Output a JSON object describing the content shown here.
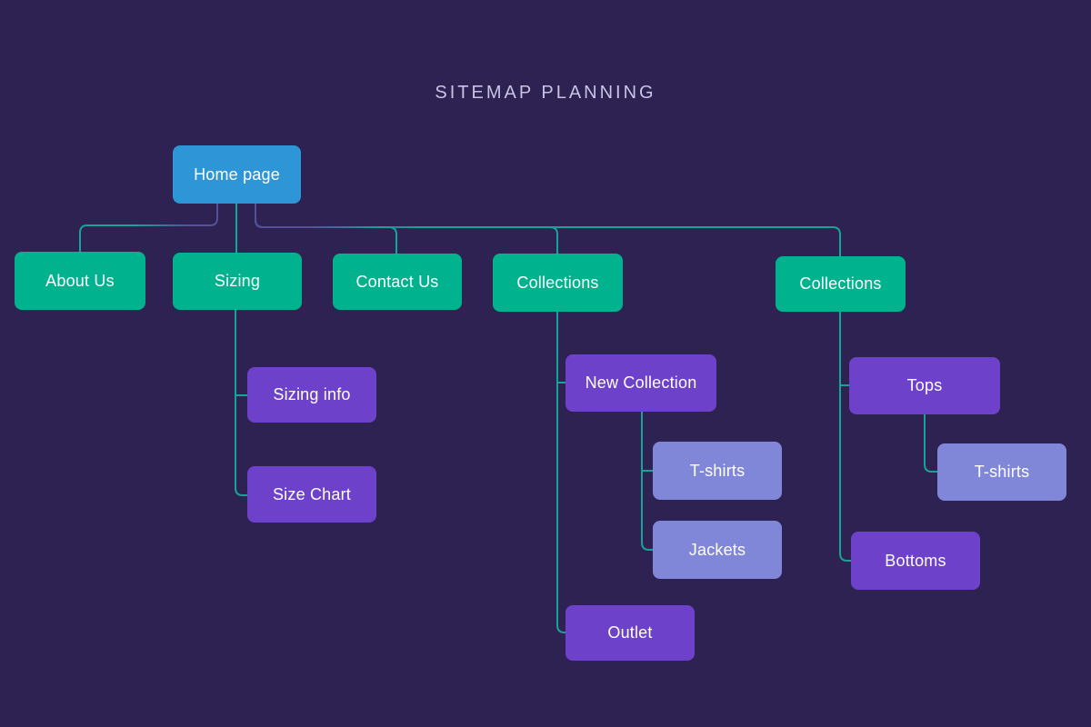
{
  "title": "SITEMAP PLANNING",
  "colors": {
    "background": "#2d2251",
    "root_node_blue": "#2e96d6",
    "level2_node_green": "#00b38e",
    "level3_node_purple": "#6d41c9",
    "level4_node_light_purple": "#8187d8",
    "connector_teal": "#17a398",
    "connector_purple": "#564f9a",
    "title_text": "#c9c3e4",
    "node_text": "#ffffff"
  },
  "nodes": {
    "home": {
      "label": "Home page"
    },
    "about": {
      "label": "About Us"
    },
    "sizing": {
      "label": "Sizing"
    },
    "contact": {
      "label": "Contact Us"
    },
    "collections1": {
      "label": "Collections"
    },
    "collections2": {
      "label": "Collections"
    },
    "sizing_info": {
      "label": "Sizing info"
    },
    "size_chart": {
      "label": "Size Chart"
    },
    "new_collection": {
      "label": "New Collection"
    },
    "tshirts1": {
      "label": "T-shirts"
    },
    "jackets": {
      "label": "Jackets"
    },
    "outlet": {
      "label": "Outlet"
    },
    "tops": {
      "label": "Tops"
    },
    "tshirts2": {
      "label": "T-shirts"
    },
    "bottoms": {
      "label": "Bottoms"
    }
  },
  "edges": [
    "home-sizing",
    "home-about",
    "home-contact",
    "home-collections1",
    "home-collections2",
    "sizing-sizing_info",
    "sizing-size_chart",
    "collections1-new_collection",
    "collections1-outlet",
    "new_collection-tshirts1",
    "new_collection-jackets",
    "collections2-tops",
    "collections2-bottoms",
    "tops-tshirts2"
  ]
}
